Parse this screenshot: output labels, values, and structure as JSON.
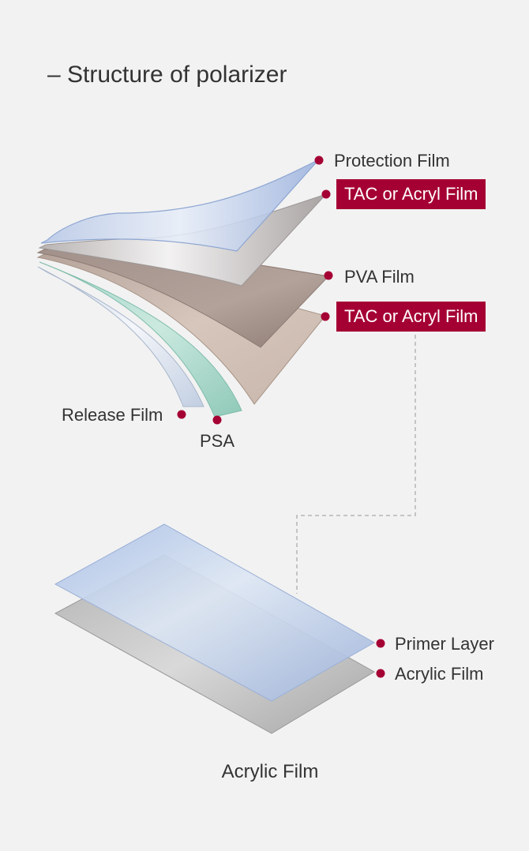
{
  "title": "– Structure of polarizer",
  "colors": {
    "accent": "#a50034",
    "text": "#333333",
    "background": "#f2f2f2"
  },
  "polarizer_layers": {
    "protection_film": "Protection Film",
    "tac_top": "TAC or Acryl Film",
    "pva_film": "PVA Film",
    "tac_bottom": "TAC or Acryl Film",
    "release_film": "Release Film",
    "psa": "PSA"
  },
  "acrylic_layers": {
    "primer_layer": "Primer Layer",
    "acrylic_film": "Acrylic Film"
  },
  "caption": "Acrylic Film"
}
